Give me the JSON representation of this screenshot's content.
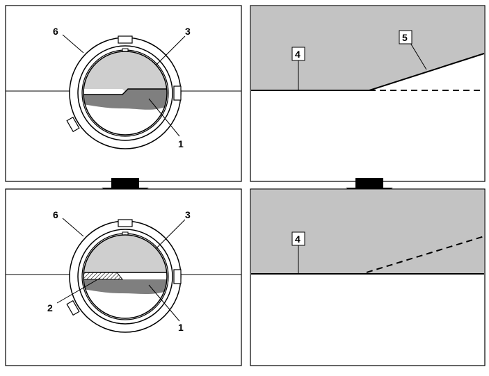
{
  "callouts": {
    "one": "1",
    "two": "2",
    "three": "3",
    "four": "4",
    "five": "5",
    "six": "6"
  },
  "colors": {
    "panel_border": "#000000",
    "shade_light": "#c8c8c8",
    "shade_dark": "#7f7f7f",
    "lens_light": "#d0d0d0",
    "ring_fill": "#ffffff",
    "arrow": "#000000"
  },
  "icons": {
    "step_arrow": "down-arrow-icon"
  }
}
